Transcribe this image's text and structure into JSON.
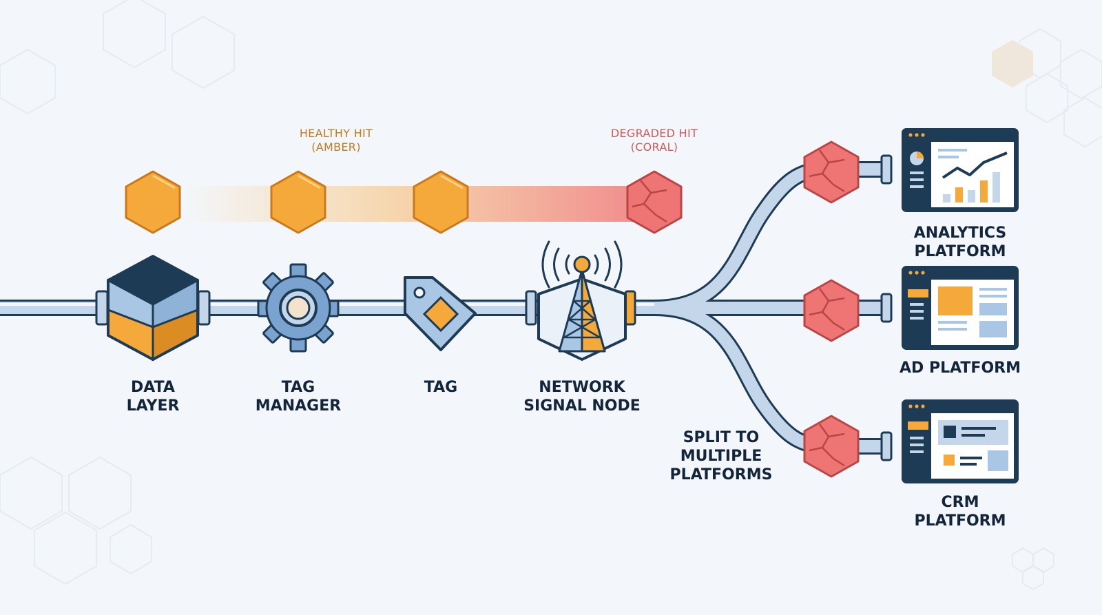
{
  "hits": {
    "healthy_label": "HEALTHY HIT\n(AMBER)",
    "degraded_label": "DEGRADED HIT\n(CORAL)"
  },
  "nodes": [
    {
      "label": "DATA\nLAYER",
      "icon": "cube-icon"
    },
    {
      "label": "TAG\nMANAGER",
      "icon": "gear-icon"
    },
    {
      "label": "TAG",
      "icon": "tag-icon"
    },
    {
      "label": "NETWORK\nSIGNAL NODE",
      "icon": "signal-tower-icon"
    }
  ],
  "split_label": "SPLIT TO\nMULTIPLE\nPLATFORMS",
  "platforms": [
    {
      "label": "ANALYTICS PLATFORM",
      "icon": "analytics-dashboard-icon"
    },
    {
      "label": "AD PLATFORM",
      "icon": "ad-dashboard-icon"
    },
    {
      "label": "CRM\nPLATFORM",
      "icon": "crm-dashboard-icon"
    }
  ],
  "colors": {
    "amber": "#f6a93b",
    "coral": "#ef7474",
    "navy": "#1d3b55",
    "pipe": "#c4d6ea",
    "background": "#f3f6fa"
  }
}
